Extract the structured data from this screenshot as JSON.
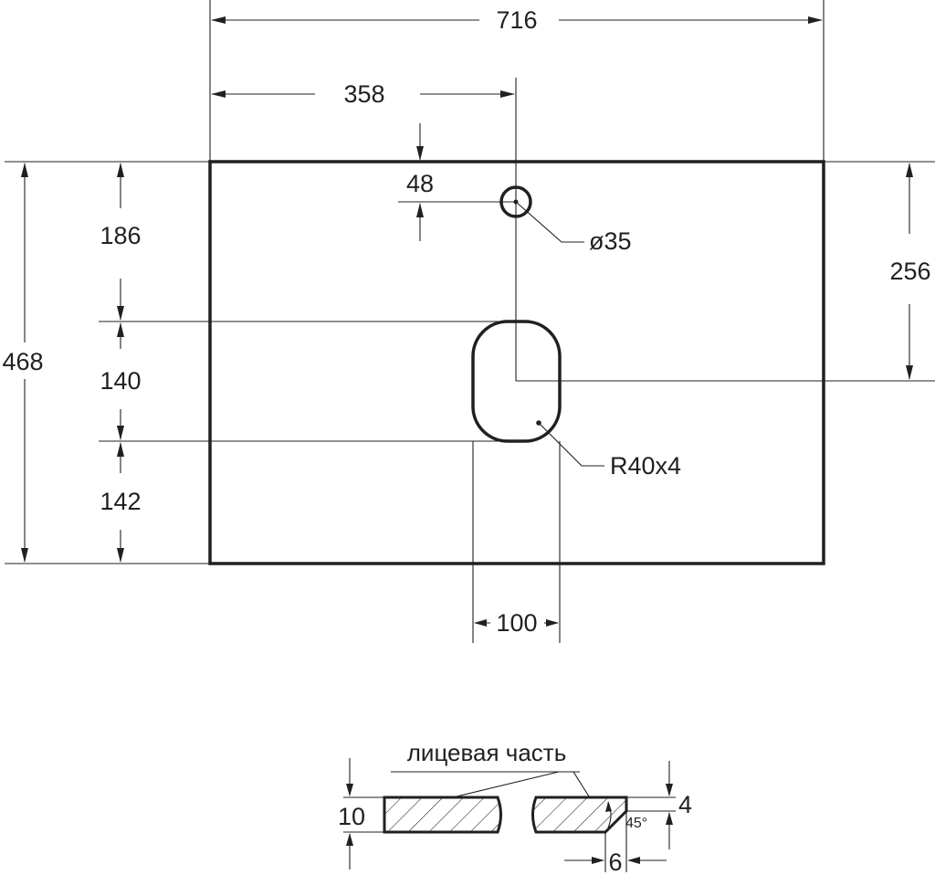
{
  "drawing": {
    "dimensions": {
      "overall_width": "716",
      "half_width": "358",
      "hole_offset": "48",
      "hole_diameter": "ø35",
      "overall_depth": "468",
      "top_to_cutout": "186",
      "cutout_height": "140",
      "cutout_to_bottom": "142",
      "right_to_center": "256",
      "corner_radius": "R40x4",
      "cutout_width": "100"
    },
    "section": {
      "front_label": "лицевая часть",
      "thickness": "10",
      "chamfer_height": "4",
      "chamfer_width": "6",
      "chamfer_angle": "45°"
    }
  }
}
